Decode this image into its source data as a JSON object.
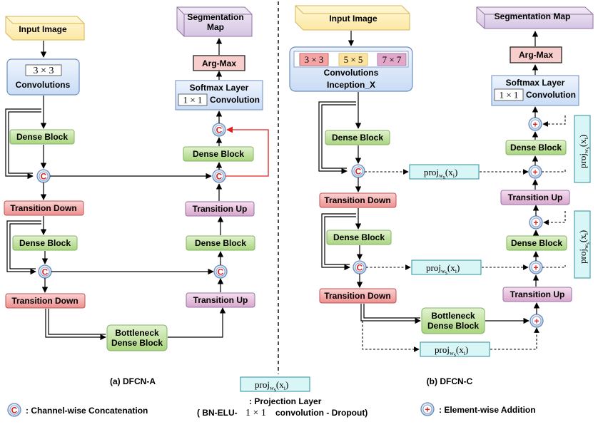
{
  "captions": {
    "left": "(a) DFCN-A",
    "right": "(b) DFCN-C"
  },
  "left": {
    "input": "Input Image",
    "conv_kernel": "3 × 3",
    "conv": "Convolutions",
    "dense": "Dense Block",
    "td": "Transition Down",
    "bottleneck_1": "Bottleneck",
    "bottleneck_2": "Dense Block",
    "tu": "Transition Up",
    "softmax": "Softmax Layer",
    "one_by_one": "1 × 1",
    "convolution": "Convolution",
    "argmax": "Arg-Max",
    "seg_1": "Segmentation",
    "seg_2": "Map"
  },
  "right": {
    "input": "Input Image",
    "k3": "3 × 3",
    "k5": "5 × 5",
    "k7": "7 × 7",
    "conv": "Convolutions",
    "inception": "Inception_X",
    "dense": "Dense Block",
    "td": "Transition Down",
    "bottleneck_1": "Bottleneck",
    "bottleneck_2": "Dense Block",
    "tu": "Transition Up",
    "softmax": "Softmax Layer",
    "one_by_one": "1 × 1",
    "convolution": "Convolution",
    "argmax": "Arg-Max",
    "seg": "Segmentation Map"
  },
  "proj": {
    "base": "proj",
    "sub": "w",
    "subsub": "s",
    "arg": "(x",
    "argsub": "i",
    "close": ")"
  },
  "legend": {
    "concat_symbol": "C",
    "concat": ": Channel-wise Concatenation",
    "proj_title": ": Projection Layer",
    "proj_desc_a": "( BN-ELU-",
    "proj_desc_kernel": "1 × 1",
    "proj_desc_b": "convolution - Dropout)",
    "add_symbol": "+",
    "add": ": Element-wise Addition"
  },
  "colors": {
    "input_fill": "#fdf1bf",
    "input_stroke": "#d6b656",
    "conv_fill": "#dae8fc",
    "conv_stroke": "#6c8ebf",
    "dense_fill": "#c9e7a8",
    "dense_stroke": "#82b366",
    "td_fill": "#f2a8a8",
    "td_stroke": "#b85450",
    "tu_fill": "#e6c0dd",
    "tu_stroke": "#9673a6",
    "argmax_fill": "#f8cecc",
    "argmax_stroke": "#b85450",
    "seg_fill": "#e1d5e7",
    "seg_stroke": "#9673a6",
    "proj_fill": "#d9f6f7",
    "proj_stroke": "#2c8f9a",
    "k3_fill": "#f4a4a4",
    "k5_fill": "#fde3a0",
    "k7_fill": "#e3a7c9",
    "symbol_red": "#e02020"
  }
}
